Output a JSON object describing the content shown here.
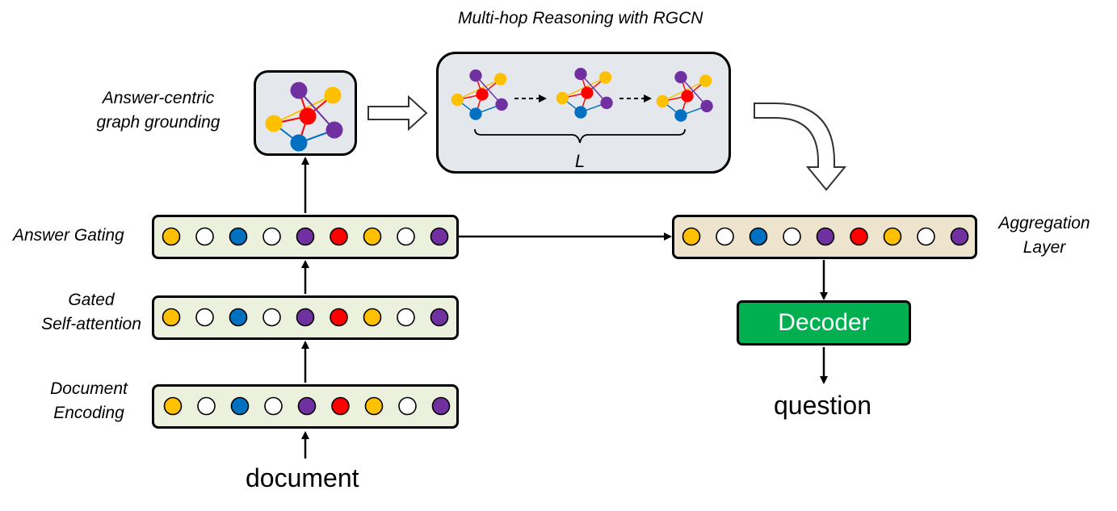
{
  "title": "Multi-hop Reasoning with RGCN",
  "labels": {
    "grounding": [
      "Answer-centric",
      "graph grounding"
    ],
    "answer_gating": "Answer Gating",
    "self_attention": [
      "Gated",
      "Self-attention"
    ],
    "doc_encoding": [
      "Document",
      "Encoding"
    ],
    "aggregation": [
      "Aggregation",
      "Layer"
    ],
    "decoder": "Decoder",
    "input": "document",
    "output": "question",
    "hops": "L"
  },
  "colors": {
    "yellow": "#ffc000",
    "blue": "#0070c0",
    "purple": "#7030a0",
    "red": "#ff0000",
    "white": "#ffffff",
    "green": "#00b050"
  },
  "token_sequence": [
    "yellow",
    "white",
    "blue",
    "white",
    "purple",
    "red",
    "yellow",
    "white",
    "purple"
  ]
}
